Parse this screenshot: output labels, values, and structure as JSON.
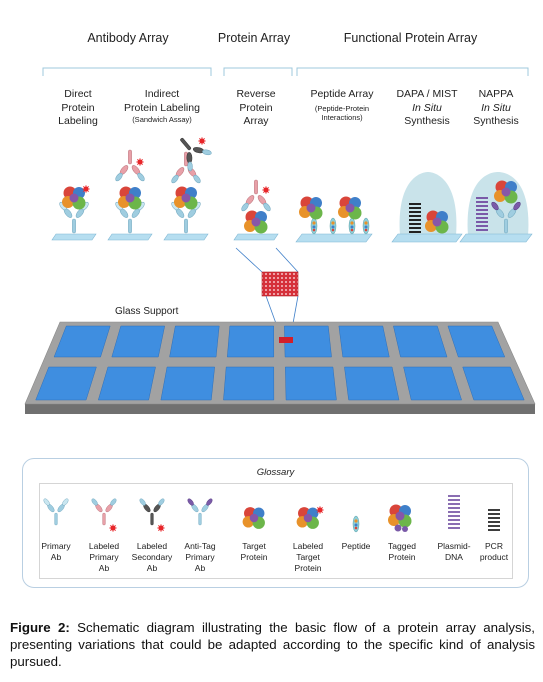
{
  "sections": {
    "antibody": "Antibody Array",
    "protein": "Protein Array",
    "functional": "Functional Protein Array"
  },
  "columns": {
    "direct": [
      "Direct",
      "Protein",
      "Labeling"
    ],
    "indirect": [
      "Indirect",
      "Protein Labeling",
      "(Sandwich Assay)"
    ],
    "reverse": [
      "Reverse",
      "Protein",
      "Array"
    ],
    "peptide": [
      "Peptide Array",
      "(Peptide-Protein",
      "Interactions)"
    ],
    "dapa": [
      "DAPA / MIST",
      "In Situ",
      "Synthesis"
    ],
    "nappa": [
      "NAPPA",
      "In Situ",
      "Synthesis"
    ]
  },
  "glass_support": "Glass Support",
  "glossary": {
    "title": "Glossary",
    "items": [
      [
        "Primary",
        "Ab"
      ],
      [
        "Labeled",
        "Primary",
        "Ab"
      ],
      [
        "Labeled",
        "Secondary",
        "Ab"
      ],
      [
        "Anti-Tag",
        "Primary",
        "Ab"
      ],
      [
        "Target",
        "Protein"
      ],
      [
        "Labeled",
        "Target",
        "Protein"
      ],
      [
        "Peptide"
      ],
      [
        "Tagged",
        "Protein"
      ],
      [
        "Plasmid-",
        "DNA"
      ],
      [
        "PCR",
        "product"
      ]
    ]
  },
  "caption": {
    "label": "Figure 2:",
    "text": " Schematic diagram illustrating the basic flow of a protein array analysis, presenting variations that could be adapted according to the specific kind of analysis pursued."
  },
  "colors": {
    "antibody": "#9fcde0",
    "antibody_light": "#c9e6f0",
    "label_red": "#e8262a",
    "glass": "#3f8ee0",
    "frame": "#9c9c9c",
    "bubble": "#c9e3ea",
    "dna_black": "#222222",
    "dna_purple": "#7a5aa8"
  }
}
